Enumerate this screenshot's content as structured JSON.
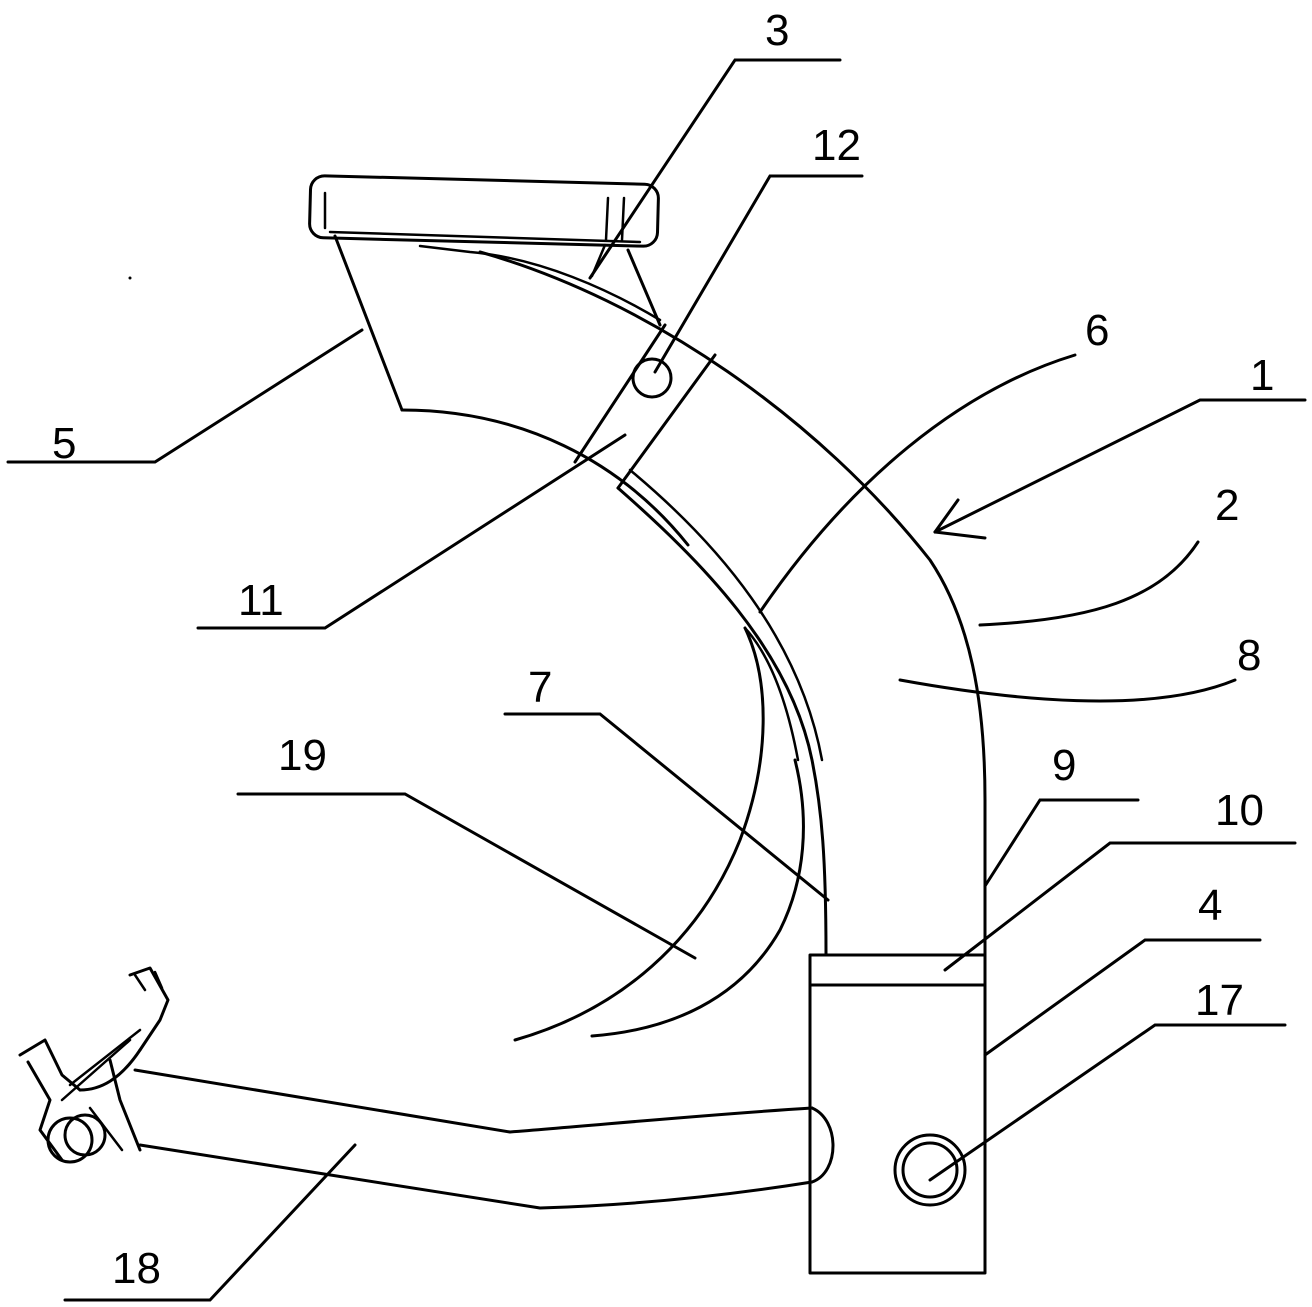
{
  "labels": {
    "n1": "1",
    "n2": "2",
    "n3": "3",
    "n4": "4",
    "n5": "5",
    "n6": "6",
    "n7": "7",
    "n8": "8",
    "n9": "9",
    "n10": "10",
    "n11": "11",
    "n12": "12",
    "n17": "17",
    "n18": "18",
    "n19": "19"
  },
  "colors": {
    "line": "#000000",
    "background": "#ffffff"
  }
}
